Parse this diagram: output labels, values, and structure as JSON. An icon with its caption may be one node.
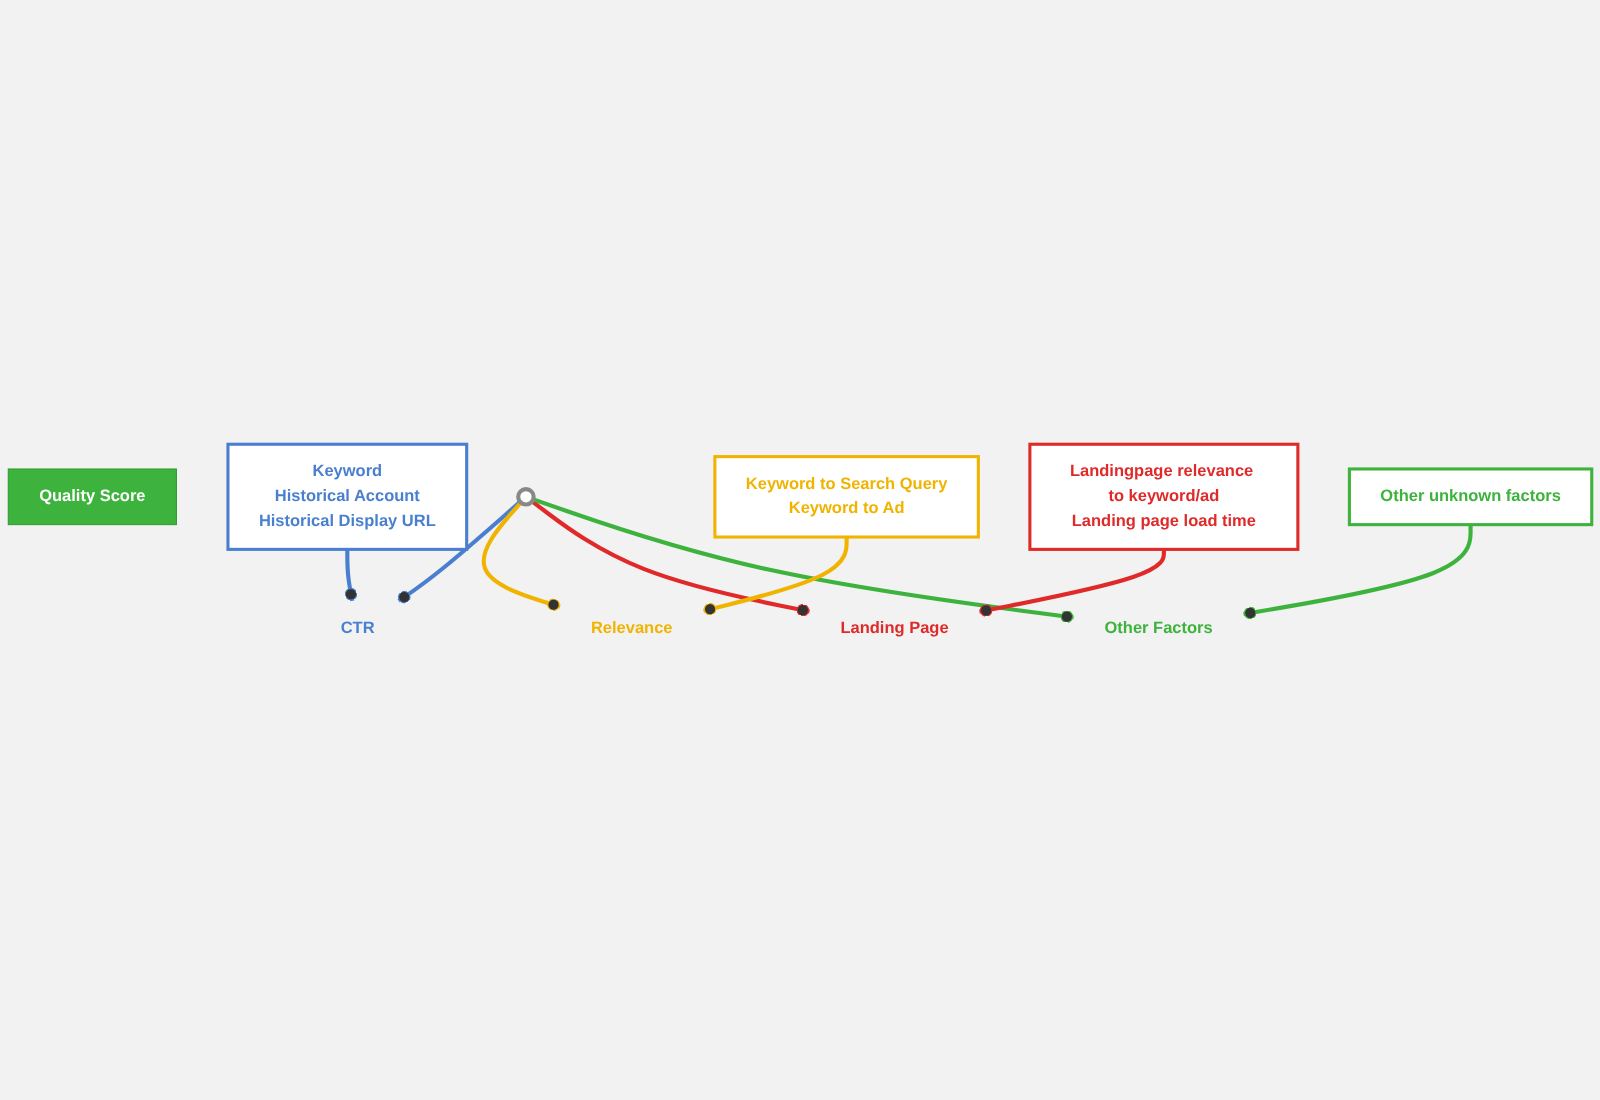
{
  "diagram": {
    "nodes": [
      {
        "text": [
          "Quality Score"
        ]
      },
      {
        "text": [],
        "shape": "circle"
      },
      {
        "text": [
          "CTR"
        ]
      },
      {
        "text": [
          "Relevance"
        ]
      },
      {
        "text": [
          "Landing Page"
        ]
      },
      {
        "text": [
          "Other Factors"
        ]
      },
      {
        "text": [
          "Keyword",
          "Historical Account",
          "Historical Display URL"
        ]
      },
      {
        "text": [
          "Keyword to Search Query",
          "Keyword to Ad"
        ]
      },
      {
        "text": [
          "Landingpage relevance to keyword/ad",
          "Landing page load time"
        ]
      },
      {
        "text": [
          "Other unknown factors"
        ]
      }
    ],
    "edges": [
      {
        "from": 1,
        "to": 2,
        "arrow": "other",
        "color": "#4a7fd0"
      },
      {
        "from": 1,
        "to": 3,
        "arrow": "other",
        "color": "#f0b400"
      },
      {
        "from": 1,
        "to": 4,
        "arrow": "other",
        "color": "#e02a2a"
      },
      {
        "from": 1,
        "to": 5,
        "arrow": "other",
        "color": "#3db33d"
      },
      {
        "from": 6,
        "to": 2,
        "arrow": "other",
        "color": "#4a7fd0"
      },
      {
        "from": 7,
        "to": 3,
        "arrow": "other",
        "color": "#f0b400"
      },
      {
        "from": 8,
        "to": 4,
        "arrow": "other",
        "color": "#e02a2a"
      },
      {
        "from": 9,
        "to": 5,
        "arrow": "other",
        "color": "#3db33d"
      }
    ]
  }
}
